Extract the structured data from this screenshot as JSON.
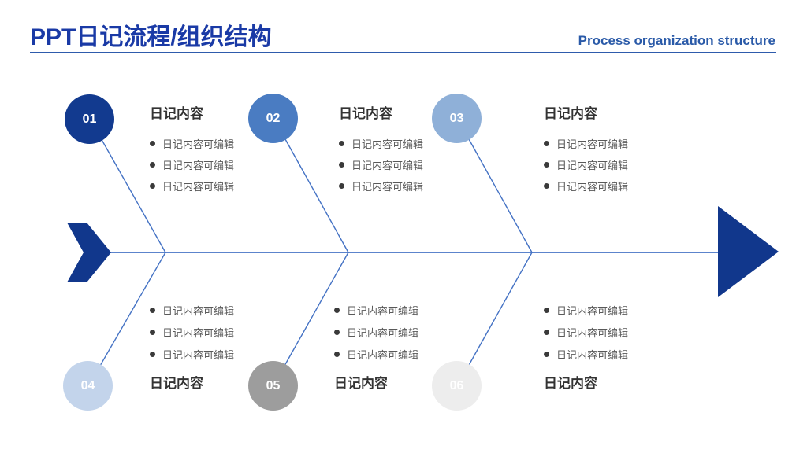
{
  "slide": {
    "title": "PPT日记流程/组织结构",
    "subtitle": "Process organization structure"
  },
  "colors": {
    "title_blue": "#1A3AA6",
    "subtitle_blue": "#2A5AA8",
    "divider_blue": "#2E5BAC",
    "dark_navy_shapes": "#11378C",
    "branch_line_blue": "#4472C4",
    "heading_text": "#333333",
    "bullet_text": "#595959",
    "circle_01": "#123A8F",
    "circle_02": "#4A7CC2",
    "circle_03": "#8FB0D8",
    "circle_04": "#C3D4EB",
    "circle_05": "#9D9D9D",
    "circle_06": "#EDEDED"
  },
  "diagram": {
    "type": "fishbone",
    "groups": [
      {
        "number": "01",
        "position": "top",
        "heading": "日记内容",
        "bullets": [
          "日记内容可编辑",
          "日记内容可编辑",
          "日记内容可编辑"
        ]
      },
      {
        "number": "02",
        "position": "top",
        "heading": "日记内容",
        "bullets": [
          "日记内容可编辑",
          "日记内容可编辑",
          "日记内容可编辑"
        ]
      },
      {
        "number": "03",
        "position": "top",
        "heading": "日记内容",
        "bullets": [
          "日记内容可编辑",
          "日记内容可编辑",
          "日记内容可编辑"
        ]
      },
      {
        "number": "04",
        "position": "bottom",
        "heading": "日记内容",
        "bullets": [
          "日记内容可编辑",
          "日记内容可编辑",
          "日记内容可编辑"
        ]
      },
      {
        "number": "05",
        "position": "bottom",
        "heading": "日记内容",
        "bullets": [
          "日记内容可编辑",
          "日记内容可编辑",
          "日记内容可编辑"
        ]
      },
      {
        "number": "06",
        "position": "bottom",
        "heading": "日记内容",
        "bullets": [
          "日记内容可编辑",
          "日记内容可编辑",
          "日记内容可编辑"
        ]
      }
    ]
  }
}
